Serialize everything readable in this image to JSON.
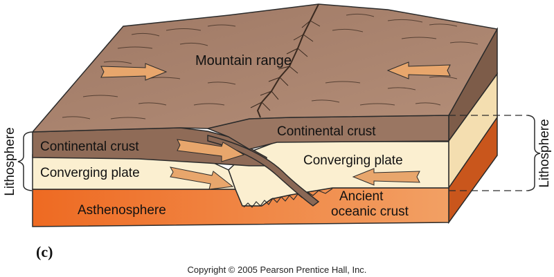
{
  "labels": {
    "mountain_range": "Mountain range",
    "continental_crust_top": "Continental crust",
    "continental_crust_left": "Continental crust",
    "converging_plate_left": "Converging plate",
    "converging_plate_right": "Converging plate",
    "ancient_oceanic_crust_line1": "Ancient",
    "ancient_oceanic_crust_line2": "oceanic crust",
    "asthenosphere": "Asthenosphere",
    "lithosphere_left": "Lithosphere",
    "lithosphere_right": "Lithosphere"
  },
  "panel_letter": "(c)",
  "copyright": "Copyright © 2005 Pearson Prentice Hall, Inc.",
  "colors": {
    "continental_crust_top": "#a8826e",
    "continental_crust_side": "#7d5c49",
    "continental_crust_front": "#8f6b57",
    "mantle_lithosphere_front": "#fbefd0",
    "mantle_lithosphere_side": "#f4deb0",
    "asthenosphere_front": "#ec7a36",
    "asthenosphere_side": "#c9561c",
    "arrow_fill": "#e8a66c",
    "outline": "#2a2a2a"
  }
}
